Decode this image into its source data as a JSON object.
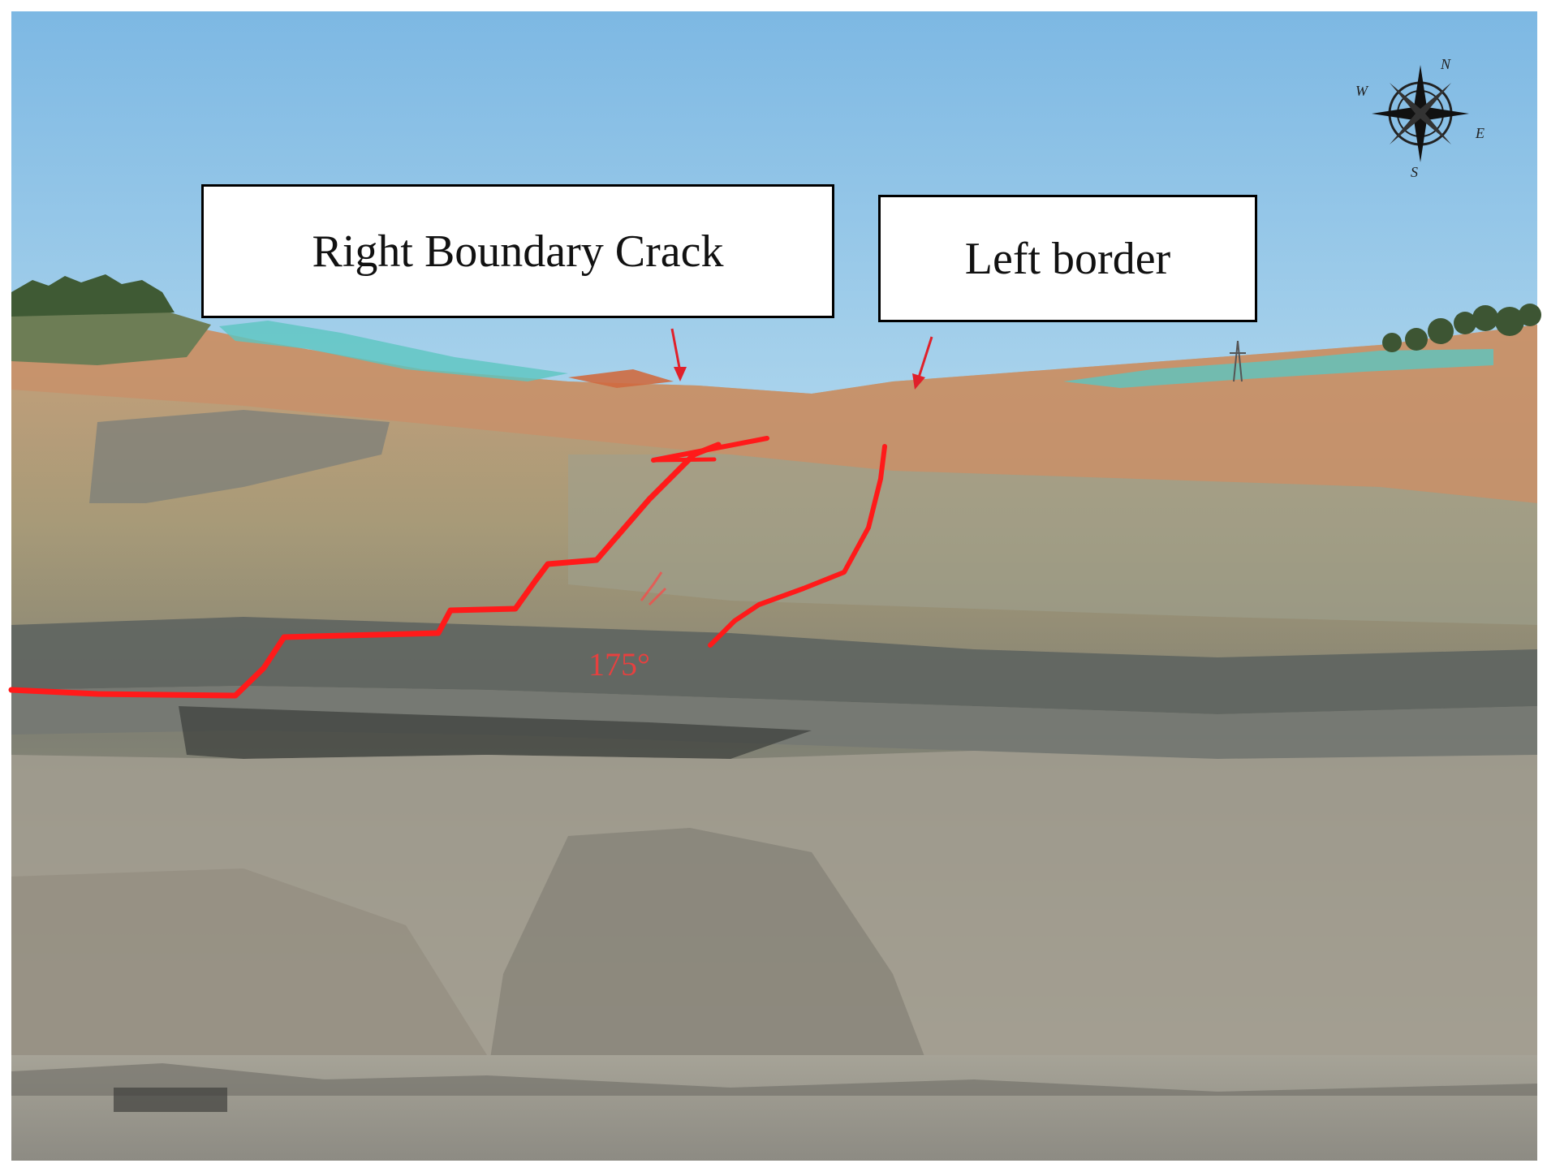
{
  "labels": {
    "right_boundary_crack": "Right Boundary Crack",
    "left_border": "Left border"
  },
  "annotation": {
    "angle": "175°"
  },
  "compass": {
    "north": "N",
    "south": "S",
    "east": "E",
    "west": "W"
  },
  "colors": {
    "crack_line": "#ff1a1a",
    "sky": "#8fc3e6",
    "label_border": "#000000"
  }
}
